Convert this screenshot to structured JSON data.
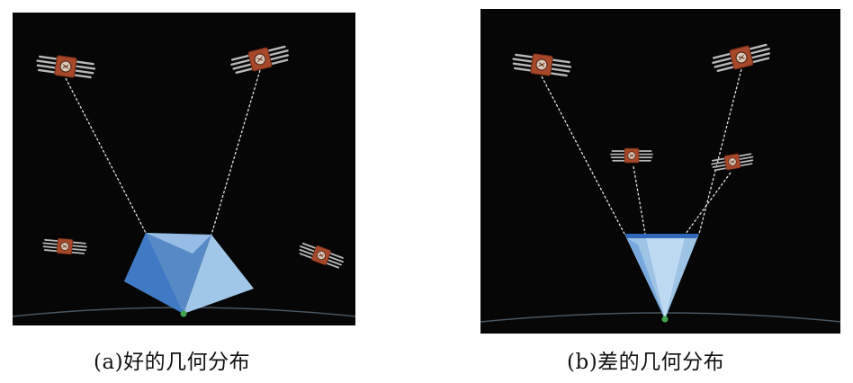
{
  "figure": {
    "panels": [
      {
        "id": "a",
        "caption": "(a)好的几何分布",
        "satellite_count": 4,
        "linked_satellites": 2,
        "volume_shape": "wide-prism"
      },
      {
        "id": "b",
        "caption": "(b)差的几何分布",
        "satellite_count": 4,
        "linked_satellites": 4,
        "volume_shape": "narrow-inverted-pyramid"
      }
    ],
    "colors": {
      "background": "#060606",
      "volume_light": "#9fc9f2",
      "volume_dark": "#3f78c4",
      "satellite_body": "#a8482a",
      "panel_array": "#b5b5b5",
      "receiver": "#3fa64a"
    },
    "icons": [
      "satellite-icon",
      "receiver-icon"
    ]
  }
}
